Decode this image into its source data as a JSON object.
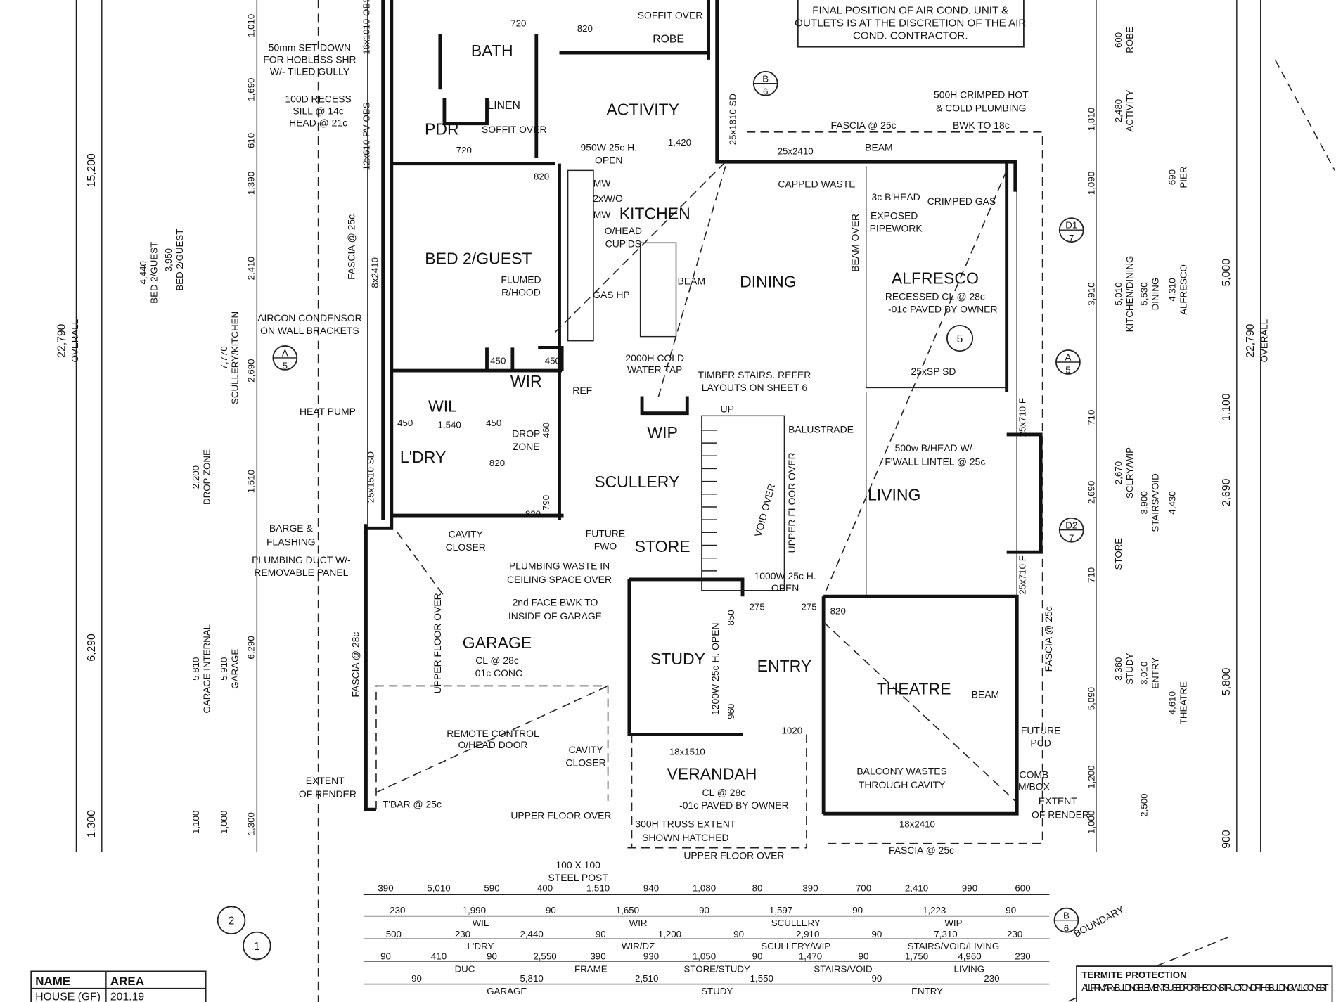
{
  "rooms": {
    "bath": "BATH",
    "pdr": "PDR",
    "linen": "LINEN",
    "activity": "ACTIVITY",
    "robe": "ROBE",
    "kitchen": "KITCHEN",
    "bed2": "BED 2/GUEST",
    "dining": "DINING",
    "alfresco": "ALFRESCO",
    "wir": "WIR",
    "wil": "WIL",
    "ldry": "L'DRY",
    "wip": "WIP",
    "scullery": "SCULLERY",
    "store": "STORE",
    "living": "LIVING",
    "garage": "GARAGE",
    "study": "STUDY",
    "entry": "ENTRY",
    "theatre": "THEATRE",
    "verandah": "VERANDAH"
  },
  "notes": {
    "aircon_box": [
      "FINAL POSITION OF AIR COND. UNIT &",
      "OUTLETS IS AT THE DISCRETION OF THE AIR",
      "COND. CONTRACTOR."
    ],
    "setdown": [
      "50mm SET DOWN",
      "FOR HOBLESS SHR",
      "W/- TILED GULLY"
    ],
    "recess": [
      "100D RECESS",
      "SILL @ 14c",
      "HEAD @ 21c"
    ],
    "soffit_over": "SOFFIT OVER",
    "crimped": [
      "500H CRIMPED HOT",
      "& COLD PLUMBING"
    ],
    "bwk": "BWK TO 18c",
    "fascia_top": "FASCIA @ 25c",
    "beam": "BEAM",
    "capped": "CAPPED WASTE",
    "bhead3": "3c B'HEAD",
    "crimped_gas": "CRIMPED GAS",
    "exposed": [
      "EXPOSED",
      "PIPEWORK"
    ],
    "alfresco_cl": "RECESSED CL @ 28c",
    "alfresco_paved": "-01c PAVED BY OWNER",
    "sd25": "25xSP SD",
    "kitchen_items": [
      "MW",
      "2xW/O",
      "MW",
      "O/HEAD",
      "CUP'DS"
    ],
    "flumed": [
      "FLUMED",
      "R/HOOD"
    ],
    "gas_hp": "GAS HP",
    "open950": [
      "950W 25c H.",
      "OPEN"
    ],
    "cold_tap": [
      "2000H COLD",
      "WATER TAP"
    ],
    "ref": "REF",
    "stairs": [
      "TIMBER STAIRS. REFER",
      "LAYOUTS ON SHEET 6"
    ],
    "balustrade": "BALUSTRADE",
    "void_over": "VOID OVER",
    "upper_floor_over": "UPPER FLOOR OVER",
    "bhead500": [
      "500w B/HEAD W/-",
      "F'WALL LINTEL @ 25c"
    ],
    "aircon_cond": [
      "AIRCON CONDENSOR",
      "ON WALL BRACKETS"
    ],
    "heat_pump": "HEAT PUMP",
    "drop_zone": [
      "DROP",
      "ZONE"
    ],
    "barge": [
      "BARGE &",
      "FLASHING"
    ],
    "plumbing_duct": [
      "PLUMBING DUCT W/-",
      "REMOVABLE PANEL"
    ],
    "cavity_closer": [
      "CAVITY",
      "CLOSER"
    ],
    "plumbing_waste": [
      "PLUMBING WASTE IN",
      "CEILING SPACE OVER"
    ],
    "face_bwk": [
      "2nd FACE BWK TO",
      "INSIDE OF GARAGE"
    ],
    "future_fwo": [
      "FUTURE",
      "FWO"
    ],
    "open1000": [
      "1000W 25c H.",
      "OPEN"
    ],
    "garage_cl": "CL @ 28c",
    "garage_conc": "-01c CONC",
    "remote": [
      "REMOTE CONTROL",
      "O/HEAD DOOR"
    ],
    "open1200": "1200W 25c H. OPEN",
    "verandah_cl": "CL @ 28c",
    "verandah_paved": "-01c PAVED BY OWNER",
    "truss": [
      "300H TRUSS EXTENT",
      "SHOWN HATCHED"
    ],
    "steel_post": [
      "100 X 100",
      "STEEL POST"
    ],
    "tbar": "T'BAR @ 25c",
    "extent_render": [
      "EXTENT",
      "OF RENDER"
    ],
    "balcony_wastes": [
      "BALCONY WASTES",
      "THROUGH CAVITY"
    ],
    "future_pcd": [
      "FUTURE",
      "PCD"
    ],
    "comb": [
      "COMB",
      "M/BOX"
    ],
    "fascia_28": "FASCIA @ 28c",
    "boundary": "BOUNDARY",
    "beam_over": "BEAM OVER",
    "stair_up": "UP"
  },
  "openings": [
    "720",
    "820",
    "720",
    "820",
    "1,420",
    "25x2410",
    "820",
    "450",
    "450",
    "450",
    "1,540",
    "450",
    "820",
    "820",
    "790",
    "460",
    "850",
    "960",
    "1020",
    "275",
    "275",
    "820",
    "18x1510",
    "18x2410",
    "16x1010 OBS",
    "12x610 PV OBS",
    "8x2410",
    "25x1510 SD",
    "25x1810 SD",
    "25x710 F",
    "25x710 F"
  ],
  "left_dims": {
    "overall": "22,790",
    "overall_label": "OVERALL",
    "d15200": "15,200",
    "d6290": "6,290",
    "d1300": "1,300",
    "col_values": [
      "1,010",
      "1,690",
      "610",
      "1,390",
      "2,410",
      "2,690",
      "1,510",
      "6,290",
      "1,300"
    ],
    "col2": [
      "4,440",
      "3,950",
      "7,770",
      "2,200",
      "5,810",
      "5,910",
      "1,100",
      "1,000"
    ],
    "col2_labels": [
      "BED 2/GUEST",
      "BED 2/GUEST",
      "SCULLERY/KITCHEN",
      "DROP ZONE",
      "GARAGE INTERNAL",
      "GARAGE"
    ]
  },
  "right_dims": {
    "overall": "22,790",
    "d5000": "5,000",
    "d1100": "1,100",
    "d2690": "2,690",
    "d5800": "5,800",
    "d900": "900",
    "col": [
      "1,810",
      "1,090",
      "3,910",
      "710",
      "2,690",
      "710",
      "5,090",
      "1,200",
      "1,000"
    ],
    "labels": [
      "ACTIVITY",
      "KITCHEN/DINING",
      "DINING",
      "ALFRESCO",
      "SCLRY/WIP",
      "STAIRS/VOID",
      "STORE",
      "STUDY",
      "ENTRY",
      "THEATRE",
      "ROBE",
      "PIER"
    ],
    "values": [
      "2,480",
      "5,010",
      "5,530",
      "4,310",
      "2,670",
      "3,900",
      "4,430",
      "3,360",
      "3,010",
      "4,610",
      "2,500",
      "600",
      "690"
    ]
  },
  "bottom_dims": {
    "row1": [
      "390",
      "5,010",
      "590",
      "400",
      "1,510",
      "940",
      "1,080",
      "80",
      "390",
      "700",
      "2,410",
      "990",
      "600"
    ],
    "row2": [
      "230",
      "1,990",
      "90",
      "1,650",
      "90",
      "1,597",
      "90",
      "1,223",
      "90"
    ],
    "row2_labels": [
      "WIL",
      "WIR",
      "SCULLERY",
      "WIP"
    ],
    "row3": [
      "500",
      "230",
      "2,440",
      "90",
      "1,200",
      "90",
      "2,910",
      "90",
      "7,310",
      "230"
    ],
    "row3_labels": [
      "L'DRY",
      "WIR/DZ",
      "SCULLERY/WIP",
      "STAIRS/VOID/LIVING"
    ],
    "row4": [
      "90",
      "410",
      "90",
      "2,550",
      "390",
      "930",
      "1,050",
      "90",
      "1,470",
      "90",
      "1,750",
      "4,960",
      "230"
    ],
    "row4_labels": [
      "DUC",
      "FRAME",
      "STORE/STUDY",
      "STAIRS/VOID",
      "LIVING"
    ],
    "row5": [
      "90",
      "5,810",
      "2,510",
      "1,550",
      "90",
      "230"
    ],
    "row5_labels": [
      "GARAGE",
      "STUDY",
      "ENTRY"
    ]
  },
  "area_table": {
    "headers": [
      "NAME",
      "AREA"
    ],
    "rows": [
      [
        "HOUSE (GF)",
        "201.19"
      ]
    ]
  },
  "termite": {
    "title": "TERMITE PROTECTION",
    "text": "ALL PRIMARY BUILDING ELEMENTS USED FOR THE CONSTRUCTION OF THIS BUILDING WILL CONSIST"
  },
  "markers": {
    "a": "A",
    "a_sheet": "5",
    "b": "B",
    "b_sheet": "6",
    "d1": "D1",
    "d2": "D2",
    "d_sheet": "7",
    "s5": "5",
    "n2": "2",
    "n1": "1"
  }
}
